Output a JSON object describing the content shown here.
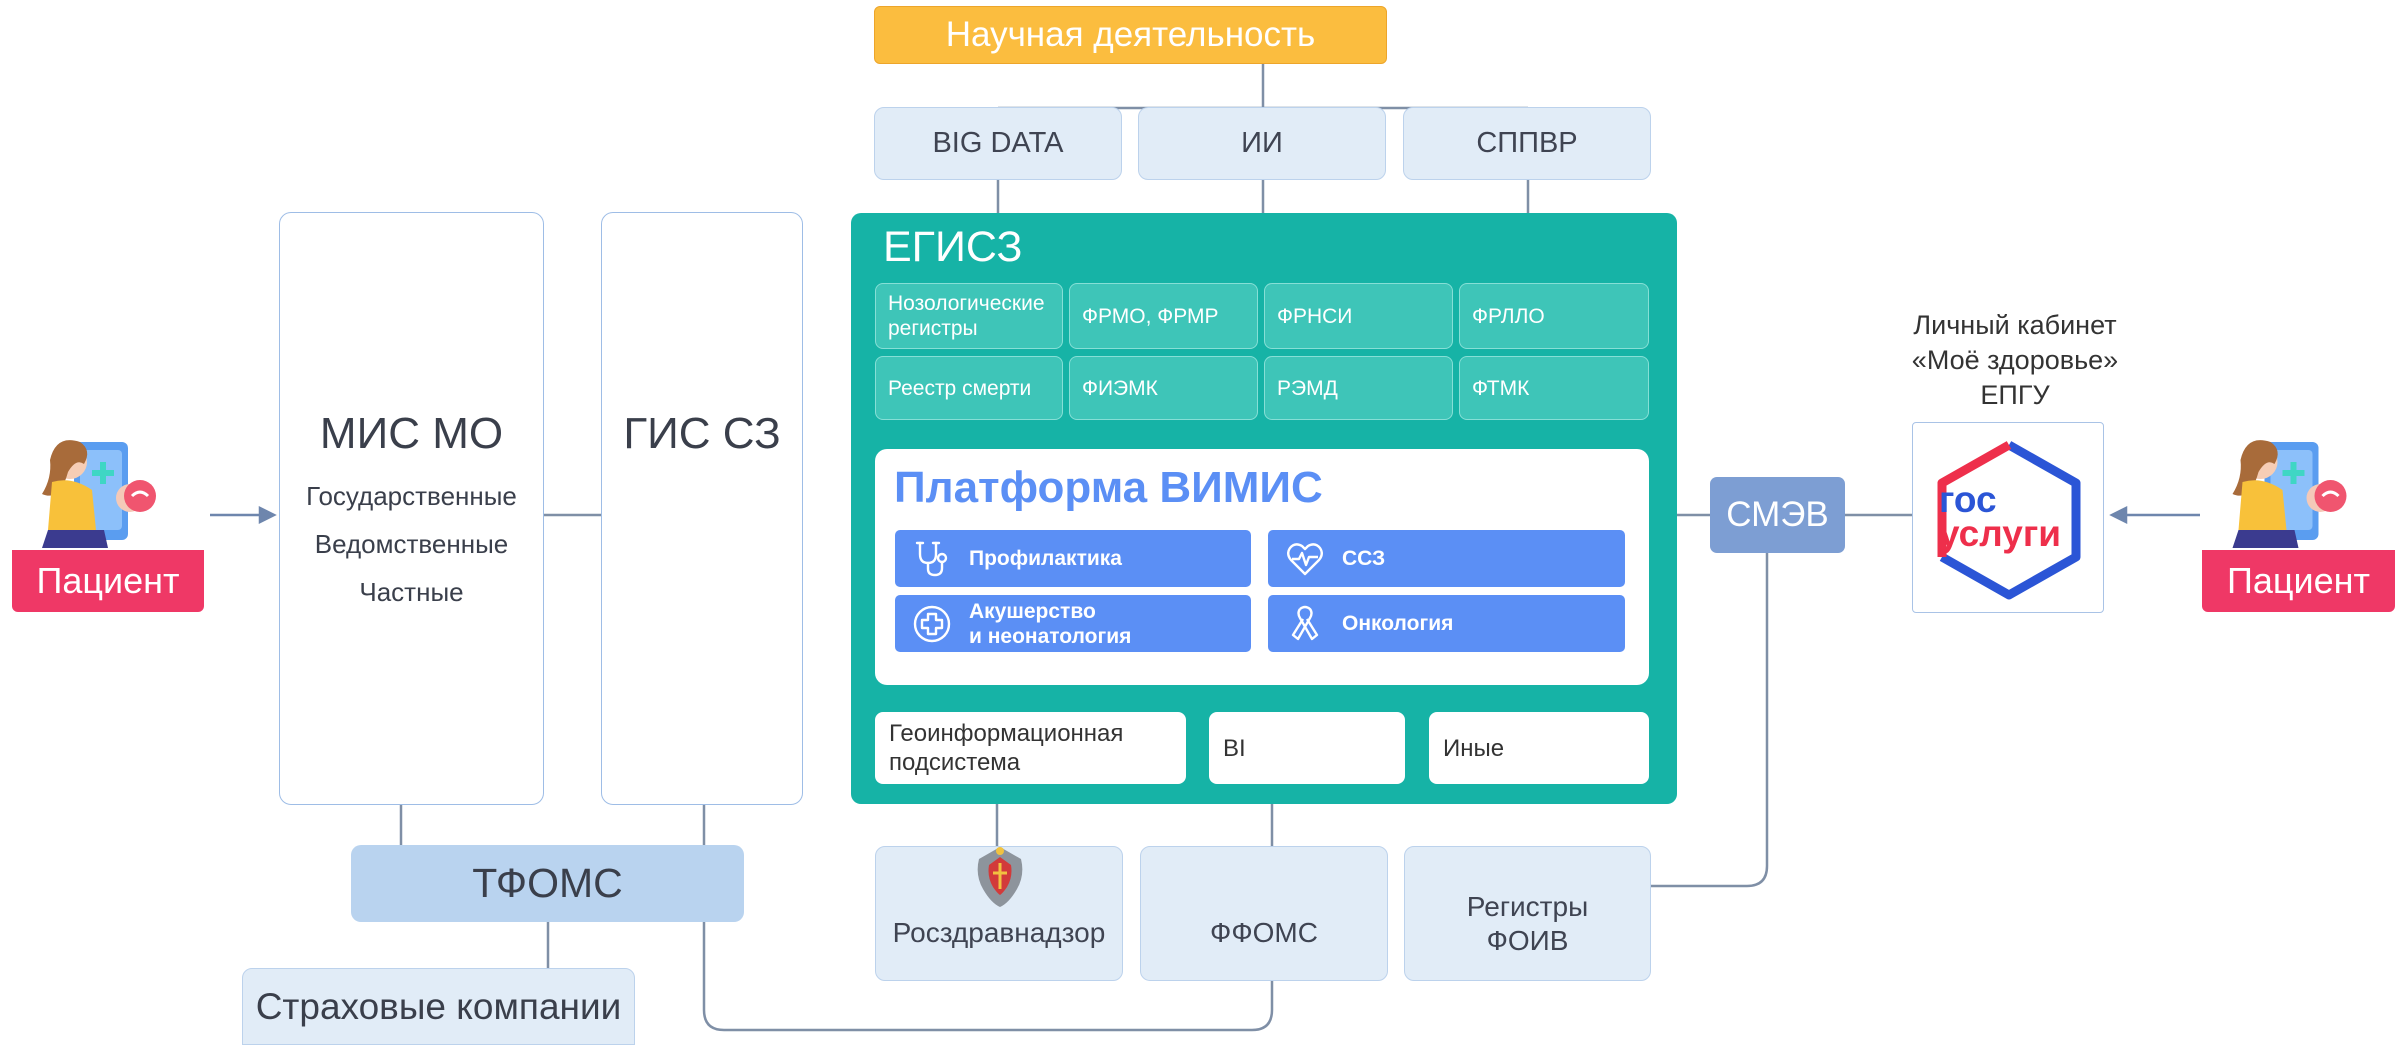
{
  "science": {
    "label": "Научная деятельность"
  },
  "top_services": [
    "BIG DATA",
    "ИИ",
    "СППВР"
  ],
  "mis": {
    "title": "МИС МО",
    "items": [
      "Государственные",
      "Ведомственные",
      "Частные"
    ]
  },
  "gis": {
    "title": "ГИС СЗ"
  },
  "egisz": {
    "title": "ЕГИСЗ",
    "registers": [
      "Нозологические регистры",
      "ФРМО, ФРМР",
      "ФРНСИ",
      "ФРЛЛО",
      "Реестр смерти",
      "ФИЭМК",
      "РЭМД",
      "ФТМК"
    ],
    "vimis": {
      "title": "Платформа ВИМИС",
      "modules": [
        {
          "label": "Профилактика",
          "icon": "stethoscope-icon"
        },
        {
          "label": "ССЗ",
          "icon": "heart-pulse-icon"
        },
        {
          "label": "Акушерство и неонатология",
          "line1": "Акушерство",
          "line2": "и неонатология",
          "icon": "medical-cross-icon"
        },
        {
          "label": "Онкология",
          "icon": "awareness-ribbon-icon"
        }
      ]
    },
    "subsystems": [
      "Геоинформационная подсистема",
      "BI",
      "Иные"
    ]
  },
  "smev": {
    "label": "СМЭВ"
  },
  "portal": {
    "caption": [
      "Личный кабинет",
      "«Моё здоровье»",
      "ЕПГУ"
    ],
    "logo_top": "гос",
    "logo_bottom": "услуги"
  },
  "patient_label": "Пациент",
  "bottom_services": [
    "Росздравнадзор",
    "ФФОМС",
    "Регистры ФОИВ"
  ],
  "tfoms": {
    "label": "ТФОМС"
  },
  "insurance": {
    "label": "Страховые компании"
  },
  "colors": {
    "accent_teal": "#16b3a6",
    "science_orange": "#fbbd3f",
    "module_blue": "#5b8ff5",
    "patient_pink": "#ef3866",
    "smev_blue": "#7d9ed3",
    "tfoms_blue": "#b9d3ef"
  }
}
